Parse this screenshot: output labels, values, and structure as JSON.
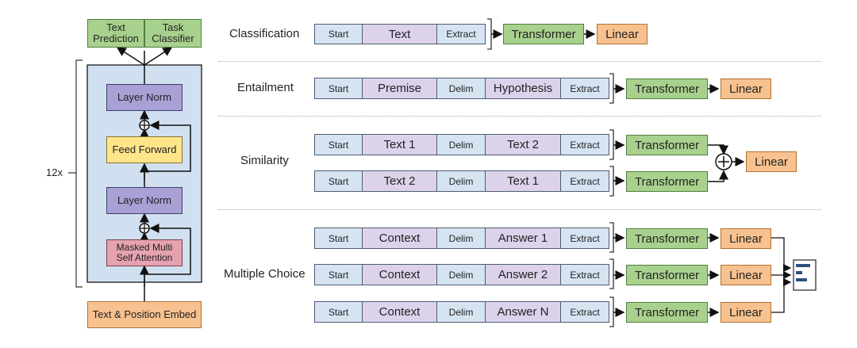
{
  "left": {
    "text_prediction": "Text Prediction",
    "task_classifier": "Task Classifier",
    "layer_norm_top": "Layer Norm",
    "feed_forward": "Feed Forward",
    "layer_norm_bottom": "Layer Norm",
    "masked_attention": "Masked Multi Self Attention",
    "embed": "Text & Position Embed",
    "repeat": "12x"
  },
  "tasks": {
    "classification": {
      "label": "Classification",
      "tokens": [
        "Start",
        "Text",
        "Extract"
      ],
      "transformer": "Transformer",
      "linear": "Linear"
    },
    "entailment": {
      "label": "Entailment",
      "tokens": [
        "Start",
        "Premise",
        "Delim",
        "Hypothesis",
        "Extract"
      ],
      "transformer": "Transformer",
      "linear": "Linear"
    },
    "similarity": {
      "label": "Similarity",
      "rows": [
        [
          "Start",
          "Text 1",
          "Delim",
          "Text 2",
          "Extract"
        ],
        [
          "Start",
          "Text 2",
          "Delim",
          "Text 1",
          "Extract"
        ]
      ],
      "transformer": "Transformer",
      "linear": "Linear",
      "plus": "+"
    },
    "multiple_choice": {
      "label": "Multiple Choice",
      "rows": [
        [
          "Start",
          "Context",
          "Delim",
          "Answer 1",
          "Extract"
        ],
        [
          "Start",
          "Context",
          "Delim",
          "Answer 2",
          "Extract"
        ],
        [
          "Start",
          "Context",
          "Delim",
          "Answer N",
          "Extract"
        ]
      ],
      "transformer": "Transformer",
      "linear": "Linear"
    }
  },
  "colors": {
    "token_blue": "#d6e4f2",
    "token_purple": "#dcd3eb",
    "transformer_green": "#a9d18e",
    "linear_orange": "#f7c28f",
    "block_blue": "#d0e0f0",
    "norm_purple": "#a9a0d6",
    "feed_yellow": "#ffe58a",
    "attn_pink": "#e6a2b0"
  }
}
